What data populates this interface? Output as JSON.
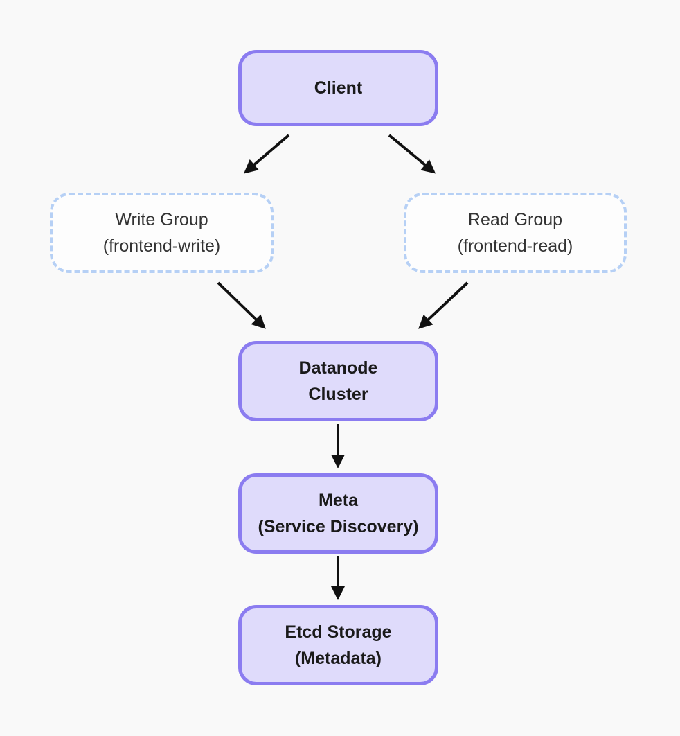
{
  "diagram": {
    "type": "flowchart",
    "direction": "top-down",
    "nodes": {
      "client": {
        "line1": "Client",
        "line2": "",
        "style": "solid"
      },
      "write_group": {
        "line1": "Write Group",
        "line2": "(frontend-write)",
        "style": "dashed"
      },
      "read_group": {
        "line1": "Read Group",
        "line2": "(frontend-read)",
        "style": "dashed"
      },
      "datanode": {
        "line1": "Datanode",
        "line2": "Cluster",
        "style": "solid"
      },
      "meta": {
        "line1": "Meta",
        "line2": "(Service Discovery)",
        "style": "solid"
      },
      "etcd": {
        "line1": "Etcd Storage",
        "line2": "(Metadata)",
        "style": "solid"
      }
    },
    "edges": [
      {
        "from": "client",
        "to": "write_group"
      },
      {
        "from": "client",
        "to": "read_group"
      },
      {
        "from": "write_group",
        "to": "datanode"
      },
      {
        "from": "read_group",
        "to": "datanode"
      },
      {
        "from": "datanode",
        "to": "meta"
      },
      {
        "from": "meta",
        "to": "etcd"
      }
    ],
    "colors": {
      "background": "#f9f9f9",
      "node_fill": "#dfdbfb",
      "node_border": "#8b7cf0",
      "dashed_border": "#b6d0f5",
      "dashed_fill": "#fdfdfd",
      "text": "#1e1e1e",
      "arrow": "#111111"
    }
  }
}
